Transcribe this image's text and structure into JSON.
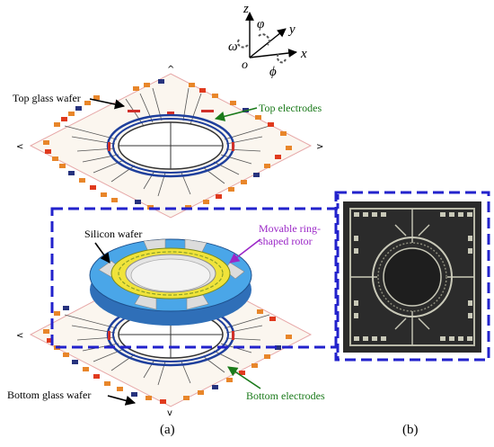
{
  "axes": {
    "z": "z",
    "y": "y",
    "x": "x",
    "origin": "o",
    "phi_y": "φ",
    "omega": "ω",
    "phi_x": "ϕ"
  },
  "labels": {
    "top_glass_wafer": "Top glass wafer",
    "top_electrodes": "Top electrodes",
    "silicon_wafer": "Silicon wafer",
    "rotor_line1": "Movable ring-",
    "rotor_line2": "shaped rotor",
    "bottom_glass_wafer": "Bottom glass wafer",
    "bottom_electrodes": "Bottom electrodes"
  },
  "captions": {
    "a": "(a)",
    "b": "(b)"
  },
  "colors": {
    "label_text": "#000000",
    "green_label": "#1a7a1a",
    "purple_label": "#9b27c7",
    "dashed_box": "#2222cc",
    "electrode_blue": "#1e3f9c",
    "pad_orange": "#e8862a",
    "pad_red": "#e03a1e",
    "pad_navy": "#27337e",
    "ring_yellow": "#f0e33a",
    "ring_blue": "#4aa6e8",
    "ring_grey": "#dcdcdc"
  }
}
